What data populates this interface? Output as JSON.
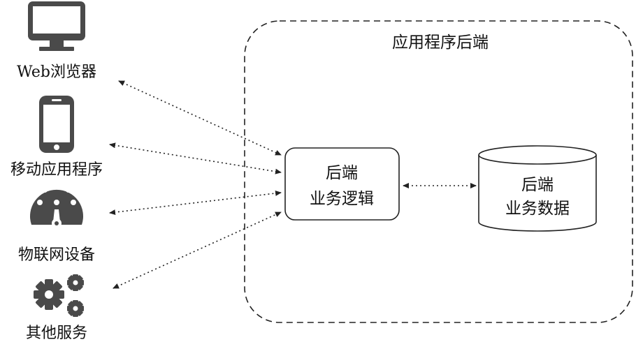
{
  "container": {
    "title": "应用程序后端"
  },
  "clients": [
    {
      "label": "Web浏览器",
      "icon": "monitor-icon"
    },
    {
      "label": "移动应用程序",
      "icon": "smartphone-icon"
    },
    {
      "label": "物联网设备",
      "icon": "gauge-icon"
    },
    {
      "label": "其他服务",
      "icon": "gears-icon"
    }
  ],
  "logic_box": {
    "line1": "后端",
    "line2": "业务逻辑"
  },
  "data_store": {
    "line1": "后端",
    "line2": "业务数据"
  },
  "colors": {
    "icon": "#4a4a4a",
    "stroke": "#222222",
    "text": "#111111"
  }
}
